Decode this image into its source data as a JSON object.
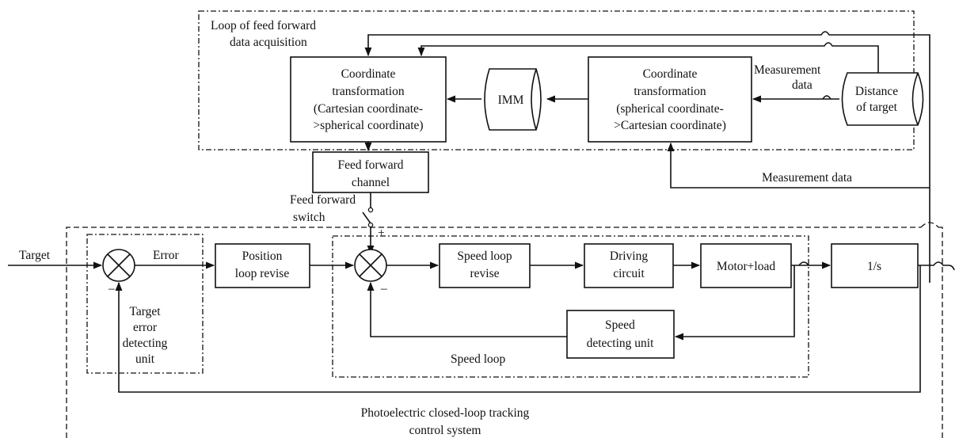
{
  "feedforward_loop": {
    "title_line1": "Loop of feed forward",
    "title_line2": "data acquisition",
    "coord_cart_to_sph": [
      "Coordinate",
      "transformation",
      "(Cartesian coordinate-",
      ">spherical coordinate)"
    ],
    "imm": "IMM",
    "coord_sph_to_cart": [
      "Coordinate",
      "transformation",
      "(spherical coordinate-",
      ">Cartesian coordinate)"
    ],
    "measurement_data_top": [
      "Measurement",
      "data"
    ],
    "distance_target": [
      "Distance",
      "of target"
    ]
  },
  "feedforward_channel": [
    "Feed forward",
    "channel"
  ],
  "feedforward_switch": [
    "Feed forward",
    "switch"
  ],
  "measurement_data": "Measurement data",
  "plus_sign": "+",
  "minus_sign": "–",
  "main": {
    "target_label": "Target",
    "error_label": "Error",
    "target_error_unit": [
      "Target",
      "error",
      "detecting",
      "unit"
    ],
    "position_loop": [
      "Position",
      "loop revise"
    ],
    "speed_loop_revise": [
      "Speed loop",
      "revise"
    ],
    "driving_circuit": [
      "Driving",
      "circuit"
    ],
    "motor_load": "Motor+load",
    "integrator": "1/s",
    "speed_detecting": [
      "Speed",
      "detecting unit"
    ],
    "speed_loop_label": "Speed loop",
    "system_label": [
      "Photoelectric closed-loop tracking",
      "control system"
    ]
  }
}
